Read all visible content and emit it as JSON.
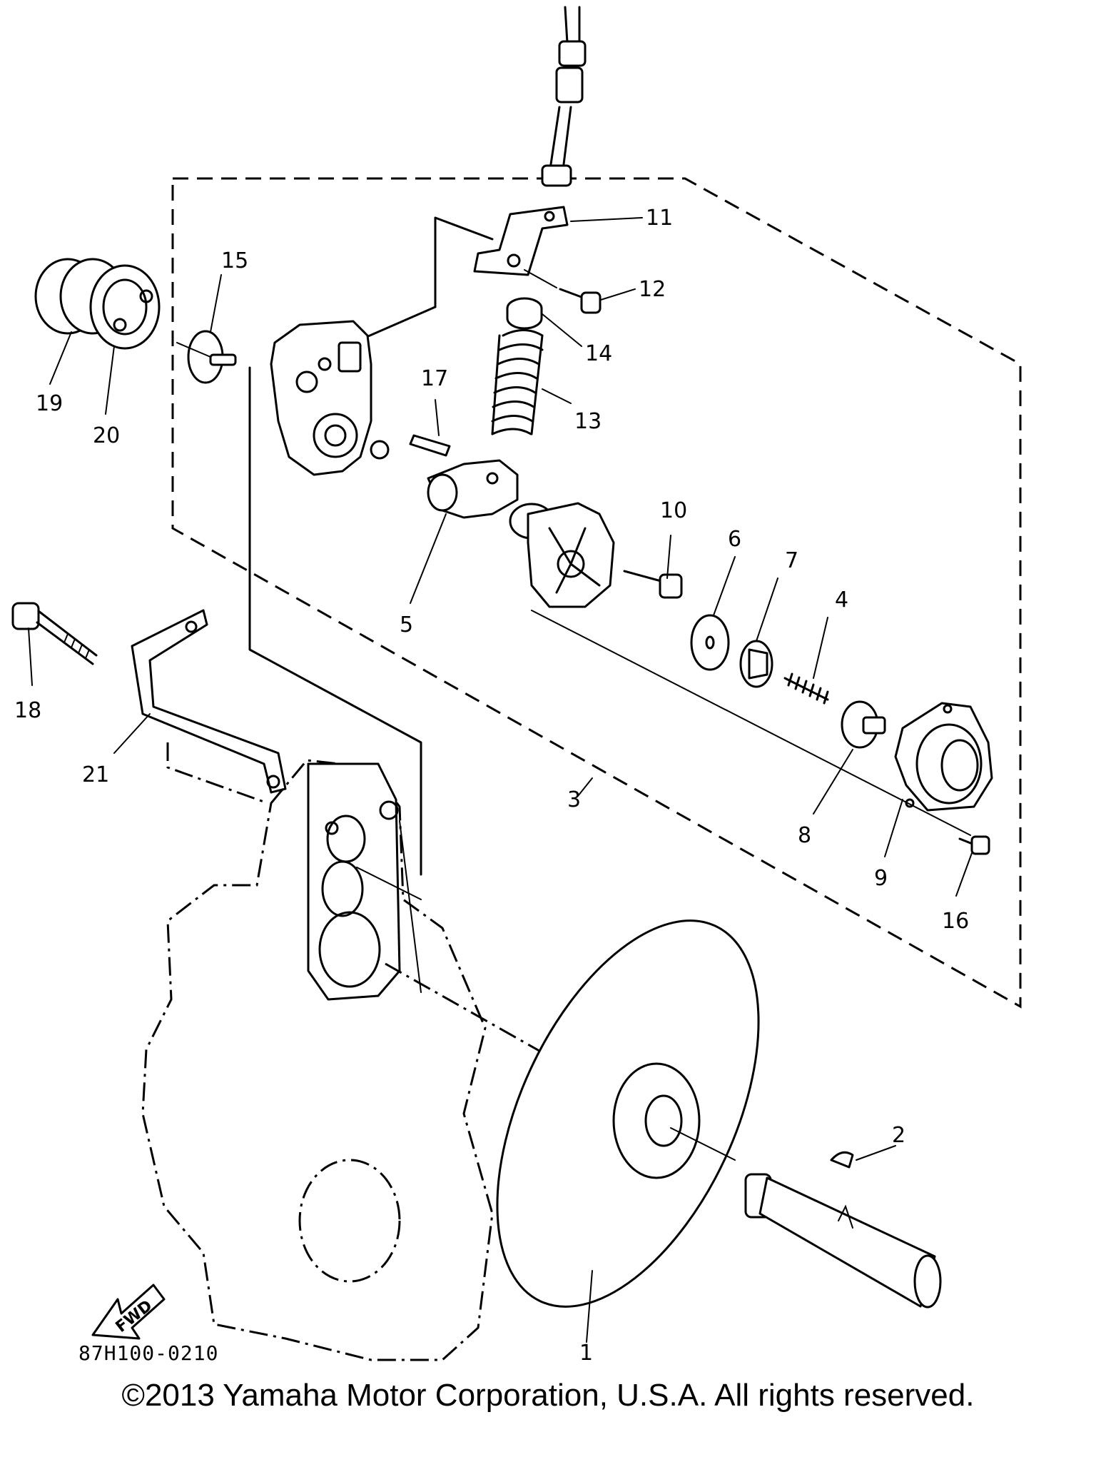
{
  "callouts": {
    "c1": "1",
    "c2": "2",
    "c3": "3",
    "c4": "4",
    "c5": "5",
    "c6": "6",
    "c7": "7",
    "c8": "8",
    "c9": "9",
    "c10": "10",
    "c11": "11",
    "c12": "12",
    "c13": "13",
    "c14": "14",
    "c15": "15",
    "c16": "16",
    "c17": "17",
    "c18": "18",
    "c19": "19",
    "c20": "20",
    "c21": "21"
  },
  "fwd_arrow_label": "FWD",
  "drawing_code": "87H100-0210",
  "copyright": "©2013 Yamaha Motor Corporation, U.S.A. All rights reserved."
}
